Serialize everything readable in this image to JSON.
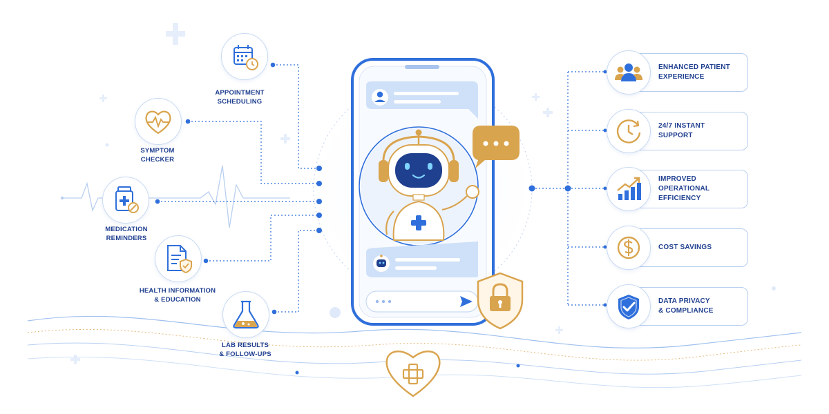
{
  "colors": {
    "primary_blue": "#2f6fdb",
    "dark_blue": "#1f3f8f",
    "light_blue": "#dbe8fb",
    "gold": "#d9a44e"
  },
  "features": [
    {
      "id": "appointment",
      "icon": "calendar-clock-icon",
      "label_line1": "APPOINTMENT",
      "label_line2": "SCHEDULING"
    },
    {
      "id": "symptom",
      "icon": "heart-pulse-icon",
      "label_line1": "SYMPTOM",
      "label_line2": "CHECKER"
    },
    {
      "id": "medication",
      "icon": "medicine-bottle-icon",
      "label_line1": "MEDICATION",
      "label_line2": "REMINDERS"
    },
    {
      "id": "health-info",
      "icon": "document-shield-icon",
      "label_line1": "HEALTH INFORMATION",
      "label_line2": "& EDUCATION"
    },
    {
      "id": "lab-results",
      "icon": "flask-icon",
      "label_line1": "LAB RESULTS",
      "label_line2": "& FOLLOW-UPS"
    }
  ],
  "benefits": [
    {
      "id": "patient-experience",
      "icon": "people-icon",
      "label_line1": "ENHANCED PATIENT",
      "label_line2": "EXPERIENCE"
    },
    {
      "id": "instant-support",
      "icon": "clock-icon",
      "label_line1": "24/7 INSTANT",
      "label_line2": "SUPPORT"
    },
    {
      "id": "operational-efficiency",
      "icon": "growth-chart-icon",
      "label_line1": "IMPROVED OPERATIONAL",
      "label_line2": "EFFICIENCY"
    },
    {
      "id": "cost-savings",
      "icon": "dollar-coin-icon",
      "label_line1": "COST SAVINGS",
      "label_line2": ""
    },
    {
      "id": "data-privacy",
      "icon": "shield-check-icon",
      "label_line1": "DATA PRIVACY",
      "label_line2": "& COMPLIANCE"
    }
  ],
  "center": {
    "device": "smartphone",
    "chat_bubbles": [
      "user-message-bubble",
      "bot-message-bubble",
      "typing-bubble"
    ],
    "input_icon": "send-icon",
    "assistant": "robot-mascot",
    "badge": "padlock-shield-icon"
  },
  "footer": {
    "icon": "heart-cross-icon"
  }
}
